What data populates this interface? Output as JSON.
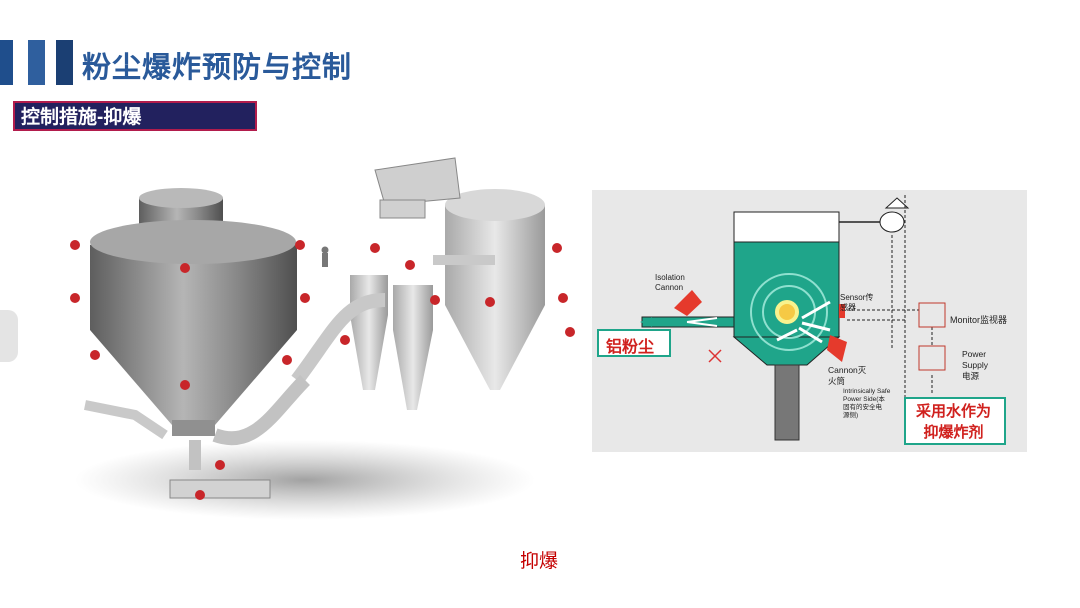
{
  "header": {
    "title": "粉尘爆炸预防与控制",
    "subtitle": "控制措施-抑爆",
    "accent_color": "#2a5a9a",
    "subtitle_bg": "#22215e",
    "subtitle_border": "#b21c4c"
  },
  "diagram": {
    "isolation_cannon": "Isolation\nCannon",
    "sensor": "Sensor传\n感器",
    "monitor": "Monitor监视器",
    "power_supply": "Power\nSupply\n电源",
    "cannon": "Cannon灭\n火筒",
    "intrinsically_safe": "Intrinsically Safe\nPower Side(本\n固有的安全电\n源侧)",
    "aluminum_dust": "铝粉尘",
    "water_agent": "采用水作为\n抑爆炸剂"
  },
  "caption": "抑爆"
}
